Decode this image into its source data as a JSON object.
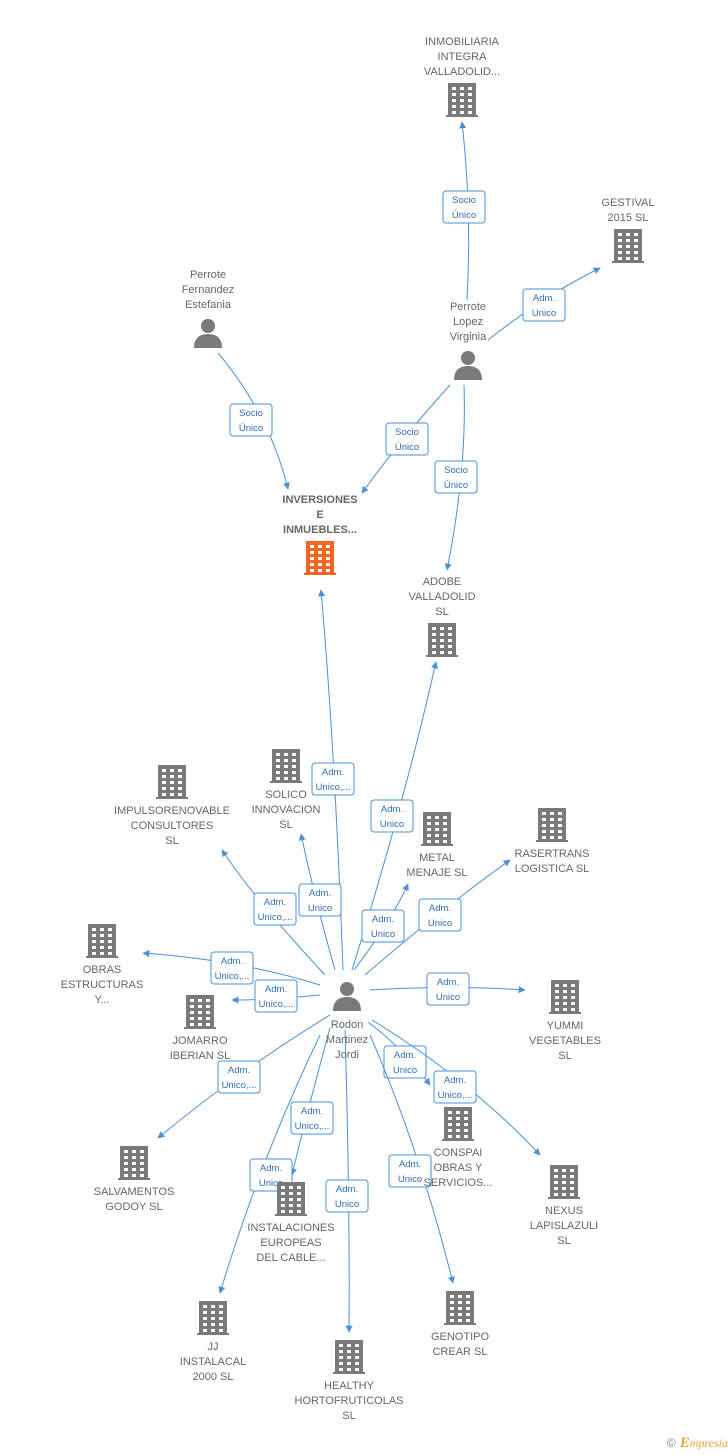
{
  "colors": {
    "edge": "#4a90d9",
    "node": "#7a7a7a",
    "focus": "#f26522",
    "label": "#666666"
  },
  "nodes": [
    {
      "id": "inmobiliaria",
      "type": "company",
      "lines": [
        "INMOBILIARIA",
        "INTEGRA",
        "VALLADOLID..."
      ]
    },
    {
      "id": "gestival",
      "type": "company",
      "lines": [
        "GESTIVAL",
        "2015  SL"
      ]
    },
    {
      "id": "perrote_fernandez",
      "type": "person",
      "lines": [
        "Perrote",
        "Fernandez",
        "Estefania"
      ]
    },
    {
      "id": "perrote_lopez",
      "type": "person",
      "lines": [
        "Perrote",
        "Lopez",
        "Virginia"
      ]
    },
    {
      "id": "inversiones",
      "type": "company",
      "focus": true,
      "lines": [
        "INVERSIONES",
        "E",
        "INMUEBLES..."
      ]
    },
    {
      "id": "adobe",
      "type": "company",
      "lines": [
        "ADOBE",
        "VALLADOLID",
        "SL"
      ]
    },
    {
      "id": "impulsorenovable",
      "type": "company",
      "lines": [
        "IMPULSORENOVABLE",
        "CONSULTORES",
        "SL"
      ]
    },
    {
      "id": "solico",
      "type": "company",
      "lines": [
        "SOLICO",
        "INNOVACION",
        "SL"
      ]
    },
    {
      "id": "metal",
      "type": "company",
      "lines": [
        "METAL",
        "MENAJE  SL"
      ]
    },
    {
      "id": "rasertrans",
      "type": "company",
      "lines": [
        "RASERTRANS",
        "LOGISTICA  SL"
      ]
    },
    {
      "id": "obras",
      "type": "company",
      "lines": [
        "OBRAS",
        "ESTRUCTURAS",
        "Y..."
      ]
    },
    {
      "id": "jomarro",
      "type": "company",
      "lines": [
        "JOMARRO",
        "IBERIAN  SL"
      ]
    },
    {
      "id": "rodon",
      "type": "person",
      "lines": [
        "Rodon",
        "Martinez",
        "Jordi"
      ]
    },
    {
      "id": "yummi",
      "type": "company",
      "lines": [
        "YUMMI",
        "VEGETABLES",
        "SL"
      ]
    },
    {
      "id": "conspai",
      "type": "company",
      "lines": [
        "CONSPAI",
        "OBRAS Y",
        "SERVICIOS..."
      ]
    },
    {
      "id": "nexus",
      "type": "company",
      "lines": [
        "NEXUS",
        "LAPISLAZULI",
        "SL"
      ]
    },
    {
      "id": "salvamentos",
      "type": "company",
      "lines": [
        "SALVAMENTOS",
        "GODOY SL"
      ]
    },
    {
      "id": "instalaciones",
      "type": "company",
      "lines": [
        "INSTALACIONES",
        "EUROPEAS",
        "DEL CABLE..."
      ]
    },
    {
      "id": "jj",
      "type": "company",
      "lines": [
        "JJ",
        "INSTALACAL",
        "2000  SL"
      ]
    },
    {
      "id": "healthy",
      "type": "company",
      "lines": [
        "HEALTHY",
        "HORTOFRUTICOLAS",
        "SL"
      ]
    },
    {
      "id": "genotipo",
      "type": "company",
      "lines": [
        "GENOTIPO",
        "CREAR  SL"
      ]
    }
  ],
  "edges": [
    {
      "from": "perrote_lopez",
      "to": "inmobiliaria",
      "lines": [
        "Socio",
        "Único"
      ]
    },
    {
      "from": "perrote_lopez",
      "to": "gestival",
      "lines": [
        "Adm.",
        "Unico"
      ]
    },
    {
      "from": "perrote_fernandez",
      "to": "inversiones",
      "lines": [
        "Socio",
        "Único"
      ]
    },
    {
      "from": "perrote_lopez",
      "to": "inversiones",
      "lines": [
        "Socio",
        "Único"
      ]
    },
    {
      "from": "perrote_lopez",
      "to": "adobe",
      "lines": [
        "Socio",
        "Único"
      ]
    },
    {
      "from": "rodon",
      "to": "inversiones",
      "lines": [
        "Adm.",
        "Unico,..."
      ]
    },
    {
      "from": "rodon",
      "to": "adobe",
      "lines": [
        "Adm.",
        "Unico"
      ]
    },
    {
      "from": "rodon",
      "to": "impulsorenovable",
      "lines": [
        "Adm.",
        "Unico,..."
      ]
    },
    {
      "from": "rodon",
      "to": "solico",
      "lines": [
        "Adm.",
        "Unico"
      ]
    },
    {
      "from": "rodon",
      "to": "metal",
      "lines": [
        "Adm.",
        "Unico"
      ]
    },
    {
      "from": "rodon",
      "to": "rasertrans",
      "lines": [
        "Adm.",
        "Unico"
      ]
    },
    {
      "from": "rodon",
      "to": "obras",
      "lines": [
        "Adm.",
        "Unico,..."
      ]
    },
    {
      "from": "rodon",
      "to": "jomarro",
      "lines": [
        "Adm.",
        "Unico,..."
      ]
    },
    {
      "from": "rodon",
      "to": "yummi",
      "lines": [
        "Adm.",
        "Unico"
      ]
    },
    {
      "from": "rodon",
      "to": "conspai",
      "lines": [
        "Adm.",
        "Unico"
      ]
    },
    {
      "from": "rodon",
      "to": "nexus",
      "lines": [
        "Adm.",
        "Unico,..."
      ]
    },
    {
      "from": "rodon",
      "to": "salvamentos",
      "lines": [
        "Adm.",
        "Unico,..."
      ]
    },
    {
      "from": "rodon",
      "to": "instalaciones",
      "lines": [
        "Adm.",
        "Unico,..."
      ]
    },
    {
      "from": "rodon",
      "to": "jj",
      "lines": [
        "Adm.",
        "Unico"
      ]
    },
    {
      "from": "rodon",
      "to": "healthy",
      "lines": [
        "Adm.",
        "Unico"
      ]
    },
    {
      "from": "rodon",
      "to": "genotipo",
      "lines": [
        "Adm.",
        "Unico"
      ]
    }
  ],
  "footer": {
    "copyright": "©",
    "brand_initial": "E",
    "brand_rest": "mpresia"
  }
}
